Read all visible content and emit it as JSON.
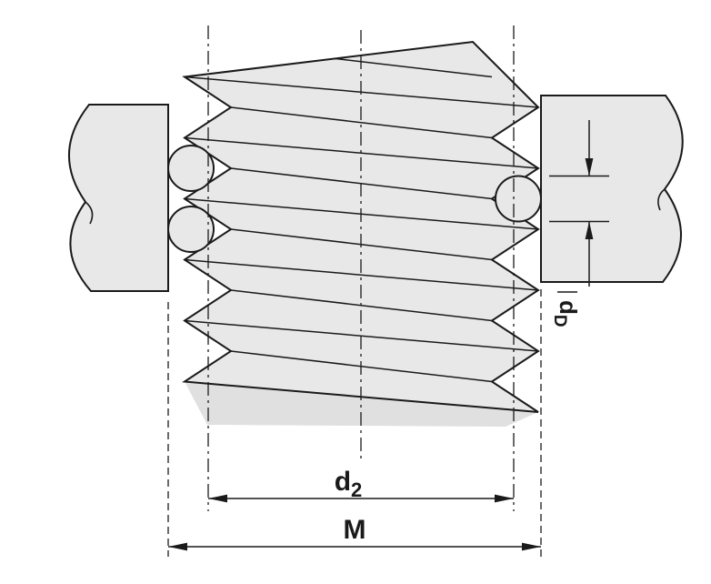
{
  "figure": {
    "type": "technical-drawing-thread-measurement-over-wires",
    "background_color": "#ffffff",
    "line_color": "#1a1a1a",
    "fill_color": "#e8e8e8",
    "shading_color": "#e0e0e0",
    "labels": {
      "pitch_diameter": {
        "base": "d",
        "sub": "2"
      },
      "measurement_over_wires": {
        "base": "M"
      },
      "wire_diameter": {
        "base": "d",
        "sub": "D"
      }
    }
  }
}
